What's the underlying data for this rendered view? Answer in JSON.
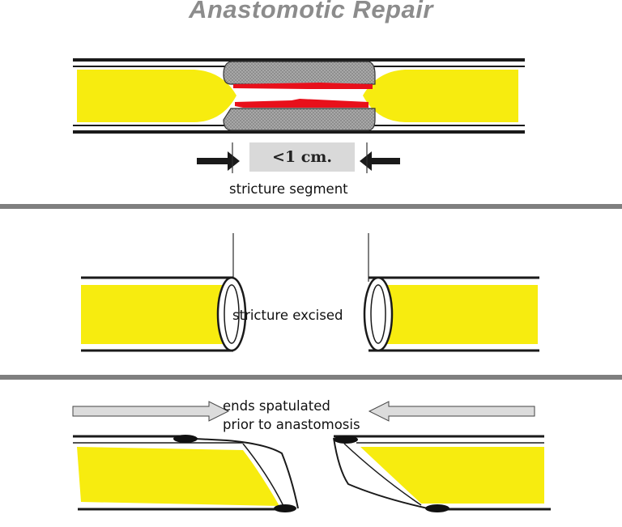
{
  "title": "Anastomotic Repair",
  "panel1": {
    "measure_label": "<1 cm.",
    "caption": "stricture segment"
  },
  "panel2": {
    "caption": "stricture excised"
  },
  "panel3": {
    "caption_line1": "ends spatulated",
    "caption_line2": "prior to anastomosis"
  },
  "colors": {
    "fill": "#f7ec0f",
    "stricture_red": "#e8101b",
    "stricture_gray": "#9b9b9b",
    "divider": "#7f7f7f",
    "wall": "#1a1a1a"
  }
}
